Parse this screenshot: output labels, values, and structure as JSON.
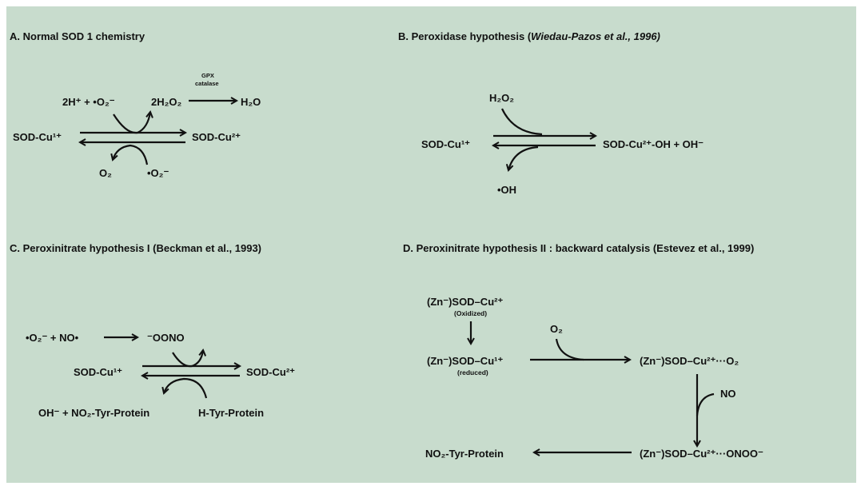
{
  "panel_a": {
    "title": "A. Normal SOD 1 chemistry",
    "reactant_top": "2H⁺ + •O₂⁻",
    "product_top": "2H₂O₂",
    "enzymes_line1": "GPX",
    "enzymes_line2": "catalase",
    "water": "H₂O",
    "left_species": "SOD-Cu¹⁺",
    "right_species": "SOD-Cu²⁺",
    "product_bottom": "O₂",
    "reactant_bottom": "•O₂⁻"
  },
  "panel_b": {
    "title_prefix": "B. Peroxidase hypothesis (",
    "title_citation": "Wiedau-Pazos et al., 1996)",
    "reactant": "H₂O₂",
    "left_species": "SOD-Cu¹⁺",
    "right_species": "SOD-Cu²⁺-OH + OH⁻",
    "product": "•OH"
  },
  "panel_c": {
    "title": "C.  Peroxinitrate hypothesis I (Beckman et al., 1993)",
    "reactants": "•O₂⁻ + NO•",
    "peroxynitrite": "⁻OONO",
    "left_species": "SOD-Cu¹⁺",
    "right_species": "SOD-Cu²⁺",
    "product": "OH⁻ + NO₂-Tyr-Protein",
    "substrate": "H-Tyr-Protein"
  },
  "panel_d": {
    "title": "D. Peroxinitrate hypothesis II : backward catalysis (Estevez et al., 1999)",
    "oxidized_species": "(Zn⁻)SOD–Cu²⁺",
    "oxidized_label": "(Oxidized)",
    "reduced_species": "(Zn⁻)SOD–Cu¹⁺",
    "reduced_label": "(reduced)",
    "oxygen": "O₂",
    "superoxo_complex": "(Zn⁻)SOD–Cu²⁺···O₂",
    "nitric_oxide": "NO",
    "peroxynitrite_complex": "(Zn⁻)SOD–Cu²⁺···ONOO⁻",
    "product": "NO₂-Tyr-Protein"
  }
}
